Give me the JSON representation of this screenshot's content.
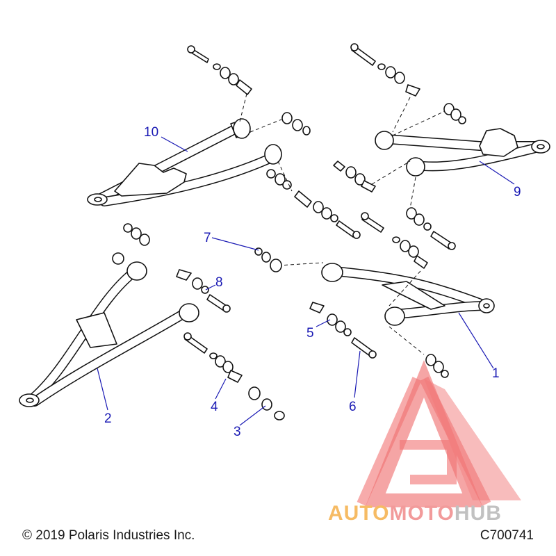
{
  "callouts": [
    {
      "label": "1"
    },
    {
      "label": "2"
    },
    {
      "label": "3"
    },
    {
      "label": "4"
    },
    {
      "label": "5"
    },
    {
      "label": "6"
    },
    {
      "label": "7"
    },
    {
      "label": "8"
    },
    {
      "label": "9"
    },
    {
      "label": "10"
    }
  ],
  "footer": {
    "copyright": "© 2019 Polaris Industries Inc.",
    "drawing_code": "C700741"
  },
  "watermark": {
    "word_part_1": "AUTO",
    "word_part_2": "MOTO",
    "word_part_3": "HUB",
    "colors": {
      "logo": "#ef4040",
      "auto": "#f5b04a",
      "moto": "#f08a8a",
      "hub": "#b7b7b7"
    }
  },
  "colors": {
    "callout": "#1a1ab4",
    "line": "#111111",
    "background": "#ffffff"
  }
}
